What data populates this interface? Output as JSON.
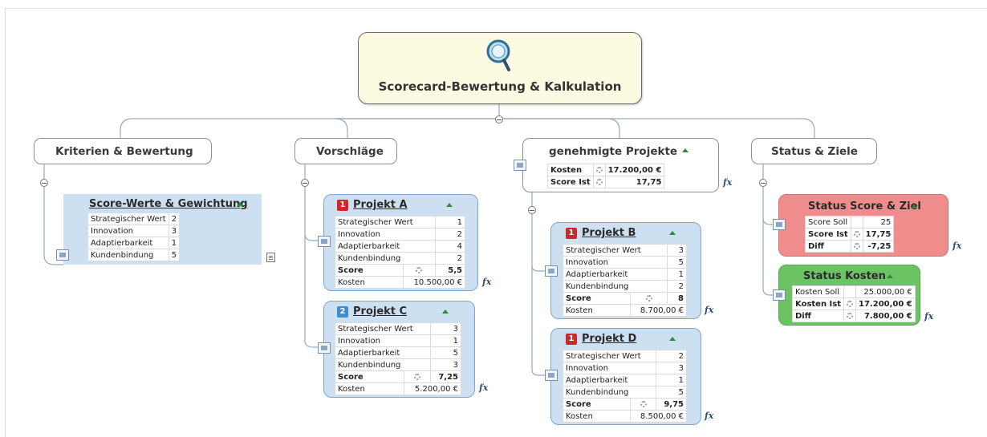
{
  "root": {
    "title": "Scorecard-Bewertung & Kalkulation",
    "icon": "magnifier-icon"
  },
  "branches": {
    "criteria": {
      "label": "Kriterien & Bewertung",
      "card": {
        "title": "Score-Werte & Gewichtung",
        "rows": [
          {
            "label": "Strategischer Wert",
            "value": "2"
          },
          {
            "label": "Innovation",
            "value": "3"
          },
          {
            "label": "Adaptierbarkeit",
            "value": "1"
          },
          {
            "label": "Kundenbindung",
            "value": "5"
          }
        ]
      }
    },
    "proposals": {
      "label": "Vorschläge",
      "projects": [
        {
          "badge": "1",
          "title": "Projekt A",
          "rows": [
            {
              "label": "Strategischer Wert",
              "value": "1"
            },
            {
              "label": "Innovation",
              "value": "2"
            },
            {
              "label": "Adaptierbarkeit",
              "value": "4"
            },
            {
              "label": "Kundenbindung",
              "value": "2"
            }
          ],
          "score_label": "Score",
          "score": "5,5",
          "cost_label": "Kosten",
          "cost": "10.500,00 €"
        },
        {
          "badge": "2",
          "title": "Projekt C",
          "rows": [
            {
              "label": "Strategischer Wert",
              "value": "3"
            },
            {
              "label": "Innovation",
              "value": "1"
            },
            {
              "label": "Adaptierbarkeit",
              "value": "5"
            },
            {
              "label": "Kundenbindung",
              "value": "3"
            }
          ],
          "score_label": "Score",
          "score": "7,25",
          "cost_label": "Kosten",
          "cost": "5.200,00 €"
        }
      ]
    },
    "approved": {
      "label": "genehmigte Projekte",
      "summary": [
        {
          "label": "Kosten",
          "value": "17.200,00 €"
        },
        {
          "label": "Score Ist",
          "value": "17,75"
        }
      ],
      "projects": [
        {
          "badge": "1",
          "title": "Projekt B",
          "rows": [
            {
              "label": "Strategischer Wert",
              "value": "3"
            },
            {
              "label": "Innovation",
              "value": "5"
            },
            {
              "label": "Adaptierbarkeit",
              "value": "1"
            },
            {
              "label": "Kundenbindung",
              "value": "2"
            }
          ],
          "score_label": "Score",
          "score": "8",
          "cost_label": "Kosten",
          "cost": "8.700,00 €"
        },
        {
          "badge": "1",
          "title": "Projekt D",
          "rows": [
            {
              "label": "Strategischer Wert",
              "value": "2"
            },
            {
              "label": "Innovation",
              "value": "3"
            },
            {
              "label": "Adaptierbarkeit",
              "value": "1"
            },
            {
              "label": "Kundenbindung",
              "value": "5"
            }
          ],
          "score_label": "Score",
          "score": "9,75",
          "cost_label": "Kosten",
          "cost": "8.500,00 €"
        }
      ]
    },
    "status": {
      "label": "Status & Ziele",
      "score_card": {
        "title": "Status Score & Ziel",
        "rows": [
          {
            "label": "Score Soll",
            "value": "25"
          },
          {
            "label": "Score Ist",
            "value": "17,75"
          },
          {
            "label": "Diff",
            "value": "-7,25"
          }
        ]
      },
      "cost_card": {
        "title": "Status Kosten",
        "rows": [
          {
            "label": "Kosten Soll",
            "value": "25.000,00 €"
          },
          {
            "label": "Kosten Ist",
            "value": "17.200,00 €"
          },
          {
            "label": "Diff",
            "value": "7.800,00 €"
          }
        ]
      }
    }
  },
  "formula_label": "fx",
  "colors": {
    "card_blue": "#cde0f2",
    "card_red": "#ef8d8d",
    "card_green": "#6cc364",
    "root_fill": "#fcfae1",
    "badge_red": "#d0262b",
    "badge_blue": "#3e8dd3"
  }
}
